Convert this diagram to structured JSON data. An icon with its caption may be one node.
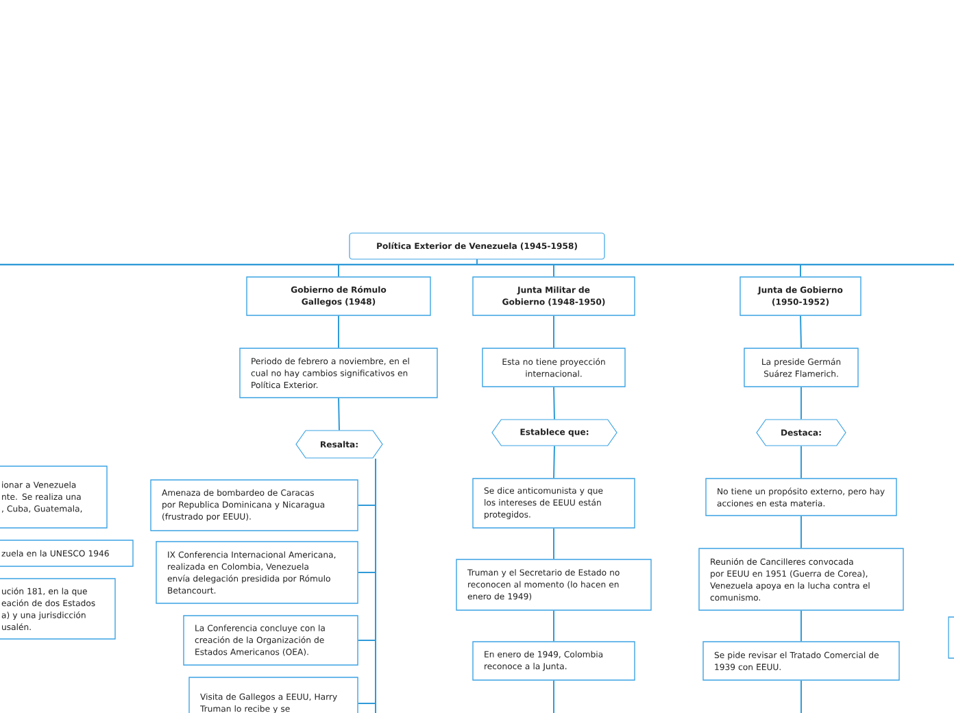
{
  "diagram": {
    "nodes": [
      {
        "text": [
          "Política Exterior de Venezuela (1945-1958)"
        ]
      },
      {
        "text": [
          "Gobierno de Rómulo Gallegos (1948)"
        ]
      },
      {
        "text": [
          "Junta Militar de Gobierno (1948-1950)"
        ]
      },
      {
        "text": [
          "Junta de Gobierno (1950-1952)"
        ]
      },
      {
        "text": [
          "Periodo de febrero a noviembre, en el cual no hay cambios significativos en Política Exterior."
        ]
      },
      {
        "text": [
          "Resalta:"
        ]
      },
      {
        "text": [
          "Esta no tiene proyección internacional."
        ]
      },
      {
        "text": [
          "Establece que:"
        ]
      },
      {
        "text": [
          "La preside Germán Suárez Flamerich."
        ]
      },
      {
        "text": [
          "Destaca:"
        ]
      },
      {
        "text": [
          "Amenaza de bombardeo de Caracas por Republica Dominicana y Nicaragua (frustrado por EEUU)."
        ]
      },
      {
        "text": [
          "IX Conferencia Internacional Americana, realizada en Colombia, Venezuela envía delegación presidida por Rómulo Betancourt."
        ]
      },
      {
        "text": [
          "La Conferencia concluye con la creación de la Organización de Estados Americanos (OEA)."
        ]
      },
      {
        "text": [
          "Visita de Gallegos a EEUU, Harry Truman lo recibe y se"
        ]
      },
      {
        "text": [
          "ionar a Venezuela",
          "nte. Se realiza una",
          ", Cuba, Guatemala,"
        ]
      },
      {
        "text": [
          "zuela en la UNESCO 1946"
        ]
      },
      {
        "text": [
          "ución 181, en la que",
          "eación de dos Estados",
          "a) y una jurisdicción",
          "usalén."
        ]
      },
      {
        "text": [
          "Se dice anticomunista y que los intereses de EEUU están protegidos."
        ]
      },
      {
        "text": [
          "Truman y el Secretario de Estado no reconocen al momento (lo hacen en enero de 1949)"
        ]
      },
      {
        "text": [
          "En enero de 1949, Colombia reconoce a la Junta."
        ]
      },
      {
        "text": [
          "No tiene un propósito externo, pero hay acciones en esta materia."
        ]
      },
      {
        "text": [
          "Reunión de Cancilleres convocada por EEUU en 1951 (Guerra de Corea), Venezuela apoya en la lucha contra el comunismo."
        ]
      },
      {
        "text": [
          "Se pide revisar el Tratado Comercial de 1939 con EEUU."
        ]
      },
      {
        "text": [],
        "shape": "box"
      }
    ],
    "edges": [
      {
        "from": 0,
        "to": 1,
        "arrow": "none"
      },
      {
        "from": 0,
        "to": 2,
        "arrow": "none"
      },
      {
        "from": 0,
        "to": 3,
        "arrow": "none"
      },
      {
        "from": 1,
        "to": 4,
        "arrow": "none"
      },
      {
        "from": 4,
        "to": 5,
        "arrow": "none"
      },
      {
        "from": 5,
        "to": 10,
        "arrow": "none"
      },
      {
        "from": 5,
        "to": 11,
        "arrow": "none"
      },
      {
        "from": 5,
        "to": 12,
        "arrow": "none"
      },
      {
        "from": 5,
        "to": 13,
        "arrow": "none"
      },
      {
        "from": 5,
        "to": null,
        "arrow": "none"
      },
      {
        "from": 2,
        "to": 6,
        "arrow": "none"
      },
      {
        "from": 6,
        "to": 7,
        "arrow": "none"
      },
      {
        "from": 7,
        "to": 17,
        "arrow": "none"
      },
      {
        "from": 17,
        "to": 18,
        "arrow": "none"
      },
      {
        "from": 18,
        "to": 19,
        "arrow": "none"
      },
      {
        "from": 19,
        "to": null,
        "arrow": "none"
      },
      {
        "from": 3,
        "to": 8,
        "arrow": "none"
      },
      {
        "from": 8,
        "to": 9,
        "arrow": "none"
      },
      {
        "from": 9,
        "to": 20,
        "arrow": "none"
      },
      {
        "from": 20,
        "to": 21,
        "arrow": "none"
      },
      {
        "from": 21,
        "to": 22,
        "arrow": "none"
      },
      {
        "from": 22,
        "to": null,
        "arrow": "none"
      }
    ]
  }
}
